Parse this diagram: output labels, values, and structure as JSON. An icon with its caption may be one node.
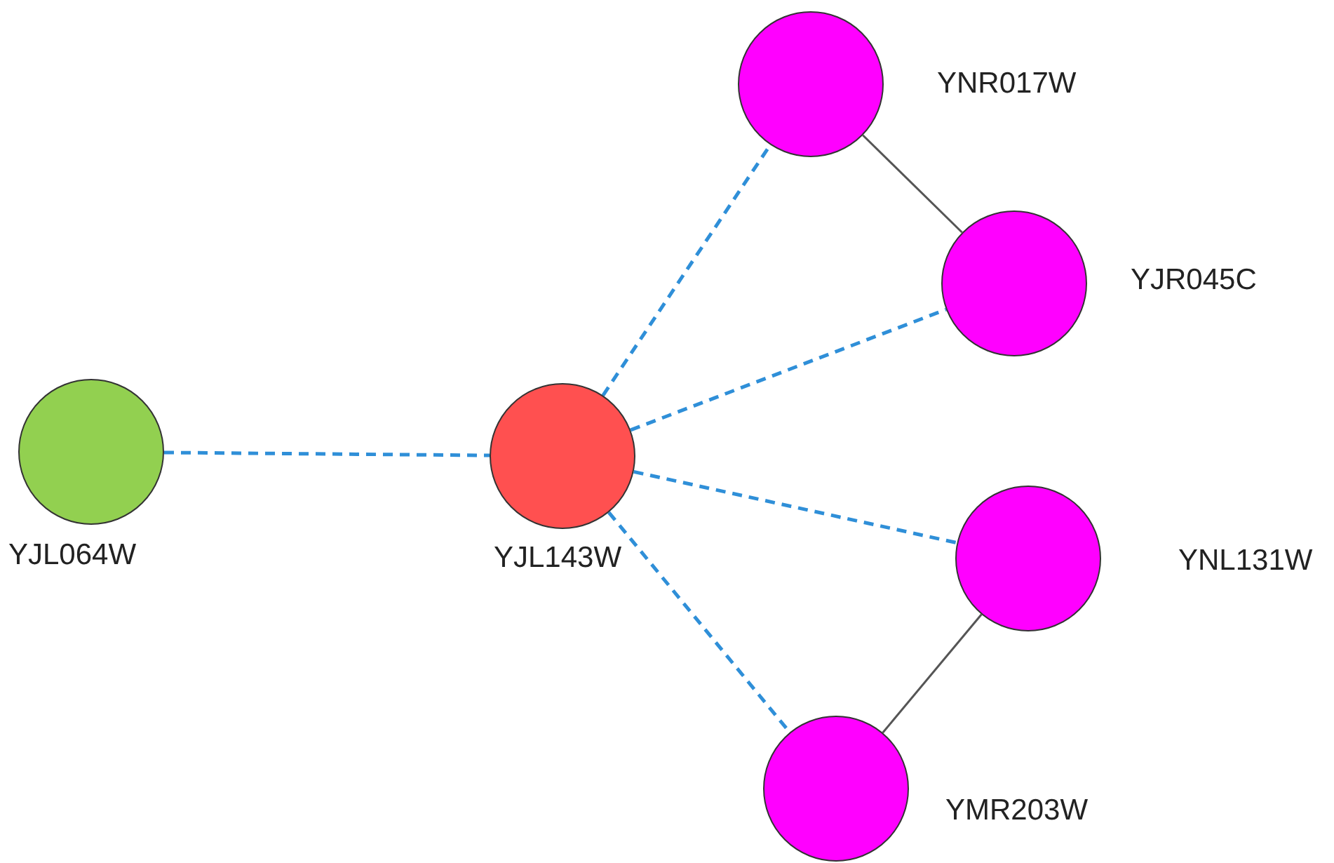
{
  "diagram": {
    "nodes": [
      {
        "text": [
          "YJL064W"
        ]
      },
      {
        "text": [
          "YJL143W"
        ]
      },
      {
        "text": [
          "YNR017W"
        ]
      },
      {
        "text": [
          "YJR045C"
        ]
      },
      {
        "text": [
          "YNL131W"
        ]
      },
      {
        "text": [
          "YMR203W"
        ]
      }
    ],
    "edges": [
      {
        "from": 0,
        "to": 1,
        "arrow": "none",
        "style": "dashed"
      },
      {
        "from": 1,
        "to": 2,
        "arrow": "none",
        "style": "dashed"
      },
      {
        "from": 1,
        "to": 3,
        "arrow": "none",
        "style": "dashed"
      },
      {
        "from": 1,
        "to": 4,
        "arrow": "none",
        "style": "dashed"
      },
      {
        "from": 1,
        "to": 5,
        "arrow": "none",
        "style": "dashed"
      },
      {
        "from": 2,
        "to": 3,
        "arrow": "none",
        "color": "#555555"
      },
      {
        "from": 4,
        "to": 5,
        "arrow": "none",
        "color": "#555555"
      }
    ]
  }
}
